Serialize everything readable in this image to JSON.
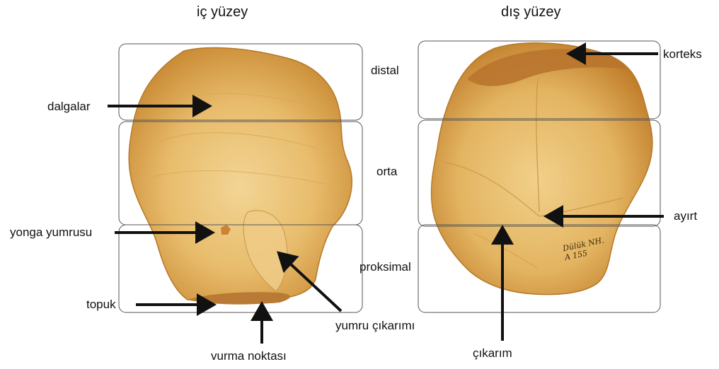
{
  "titles": {
    "inner_surface": "iç yüzey",
    "outer_surface": "dış yüzey"
  },
  "zones": {
    "distal": "distal",
    "middle": "orta",
    "proximal": "proksimal"
  },
  "inner_labels": {
    "waves": "dalgalar",
    "bulb": "yonga yumrusu",
    "butt": "topuk",
    "impact_point": "vurma noktası",
    "bulb_scar": "yumru çıkarımı"
  },
  "outer_labels": {
    "cortex": "korteks",
    "ridge": "ayırt",
    "removal": "çıkarım"
  },
  "specimen_inscription": "Dülük NH. A 155",
  "colors": {
    "flint": "#E6B869",
    "flint_dark": "#C98A33",
    "cortex": "#B9742E",
    "arrow": "#111111",
    "box_stroke": "#555555"
  }
}
